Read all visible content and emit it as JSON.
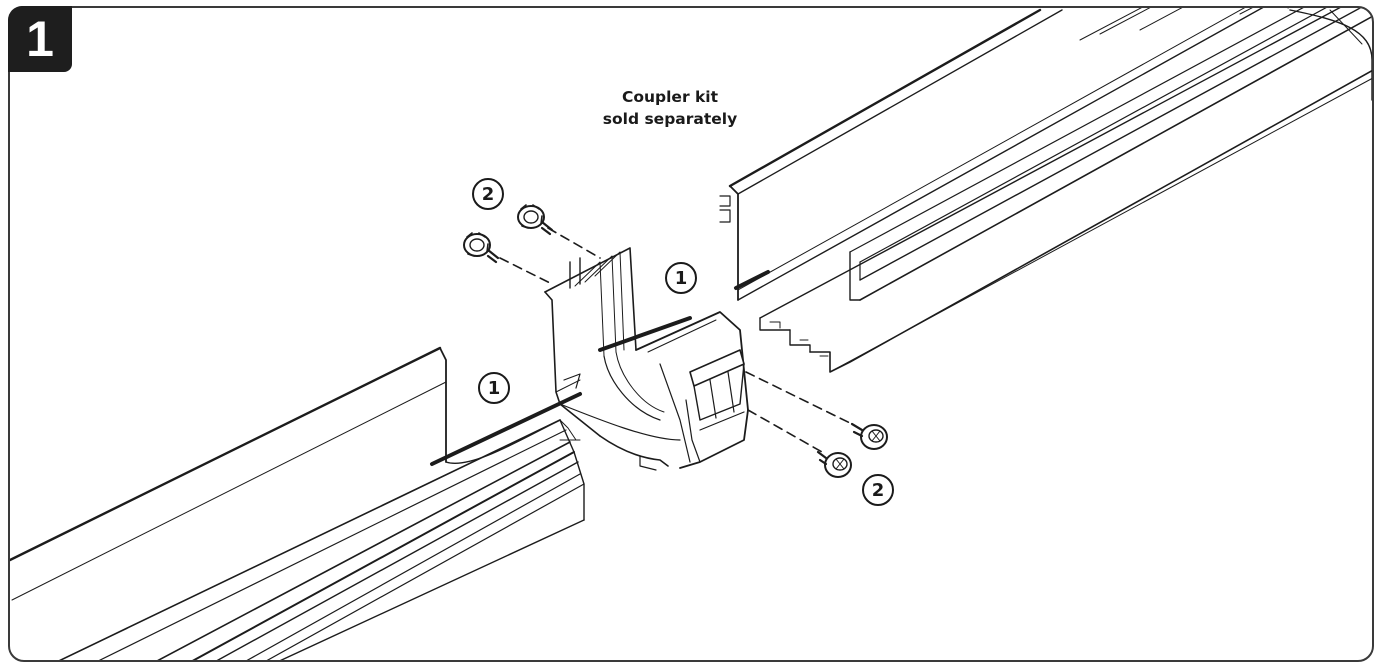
{
  "step": {
    "number": "1"
  },
  "note": {
    "line1": "Coupler kit",
    "line2": "sold separately"
  },
  "callouts": {
    "rail_left": "1",
    "rail_right": "1",
    "screws_top": "2",
    "screws_bottom": "2"
  }
}
